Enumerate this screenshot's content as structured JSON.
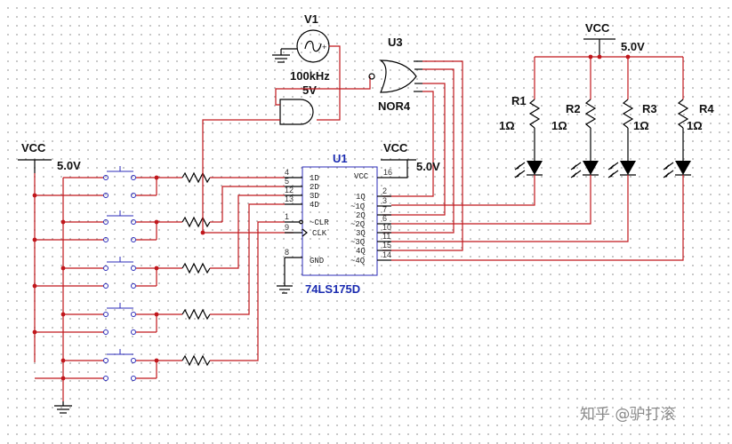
{
  "supply": {
    "vcc_label": "VCC",
    "vcc_voltage": "5.0V"
  },
  "v1": {
    "name": "V1",
    "frequency": "100kHz",
    "amplitude": "5V"
  },
  "u3": {
    "name": "U3",
    "type": "NOR4"
  },
  "u1": {
    "name": "U1",
    "part": "74LS175D",
    "pins": {
      "d1": "1D",
      "d2": "2D",
      "d3": "3D",
      "d4": "4D",
      "clr": "~CLR",
      "clk": "CLK",
      "gnd": "GND",
      "vcc": "VCC",
      "q1": "1Q",
      "nq1": "~1Q",
      "q2": "2Q",
      "nq2": "~2Q",
      "nq3": "~3Q",
      "q3": "3Q",
      "q4": "4Q",
      "nq4": "~4Q"
    },
    "pin_numbers": {
      "d1": "4",
      "d2": "5",
      "d3": "12",
      "d4": "13",
      "clr": "1",
      "clk": "9",
      "gnd": "8",
      "vcc": "16",
      "q1": "2",
      "nq1": "3",
      "q2": "7",
      "nq2": "6",
      "nq3": "10",
      "q3": "11",
      "q4": "15",
      "nq4": "14"
    }
  },
  "resistors": [
    {
      "name": "R1",
      "value": "1Ω"
    },
    {
      "name": "R2",
      "value": "1Ω"
    },
    {
      "name": "R3",
      "value": "1Ω"
    },
    {
      "name": "R4",
      "value": "1Ω"
    }
  ],
  "watermark": "知乎 @驴打滚"
}
